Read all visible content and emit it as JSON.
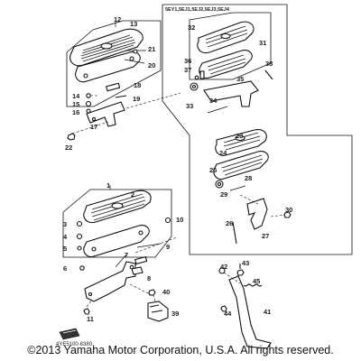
{
  "diagram": {
    "model_variants_label": "5EY1,5EJ1,5EJ2,5EJ3,5EJ4",
    "diagram_id": "4YE5100-8380",
    "copyright": "©2013 Yamaha Motor Corporation, U.S.A. All rights reserved.",
    "callouts": [
      "1",
      "2",
      "3",
      "4",
      "5",
      "6",
      "7",
      "8",
      "9",
      "10",
      "11",
      "12",
      "13",
      "14",
      "15",
      "16",
      "17",
      "18",
      "19",
      "20",
      "21",
      "22",
      "23",
      "24",
      "25",
      "26",
      "27",
      "28",
      "29",
      "30",
      "31",
      "32",
      "33",
      "34",
      "35",
      "36",
      "37",
      "38",
      "39",
      "40",
      "41",
      "42",
      "43",
      "44",
      "45"
    ]
  }
}
